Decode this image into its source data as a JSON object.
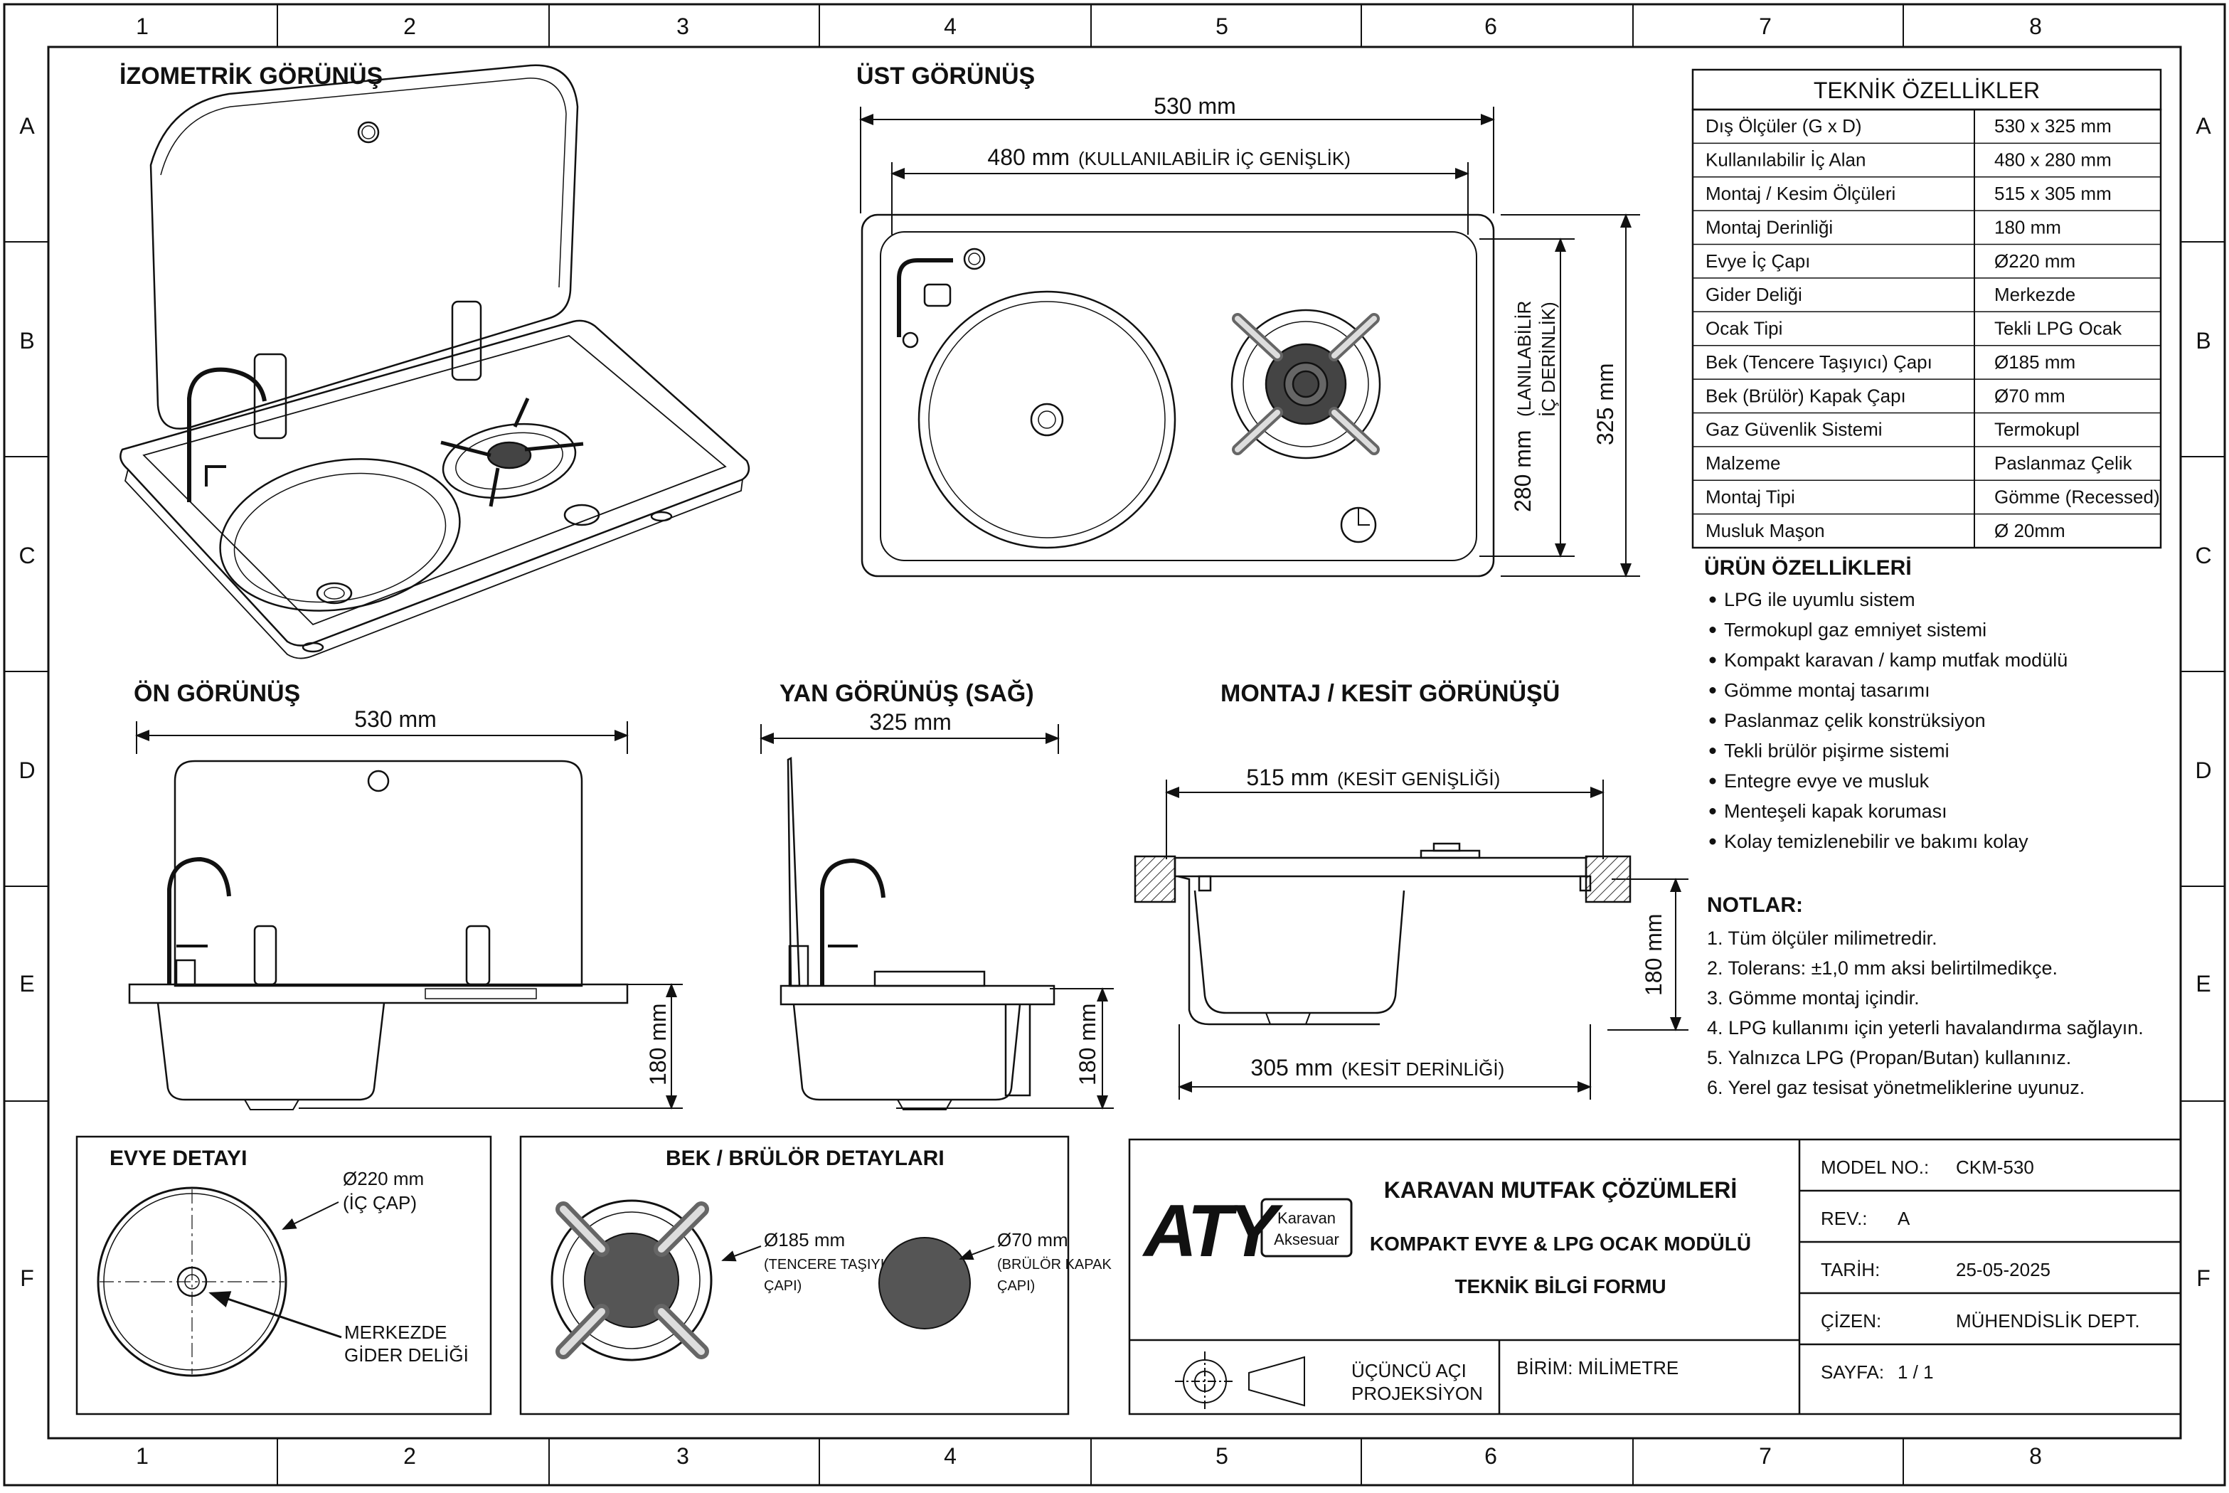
{
  "grid": {
    "columns": [
      "1",
      "2",
      "3",
      "4",
      "5",
      "6",
      "7",
      "8"
    ],
    "rows": [
      "A",
      "B",
      "C",
      "D",
      "E",
      "F"
    ]
  },
  "views": {
    "isometric": "İZOMETRİK GÖRÜNÜŞ",
    "top": "ÜST GÖRÜNÜŞ",
    "front": "ÖN GÖRÜNÜŞ",
    "side": "YAN GÖRÜNÜŞ (SAĞ)",
    "section": "MONTAJ / KESİT GÖRÜNÜŞÜ"
  },
  "dimensions": {
    "top_width": "530 mm",
    "top_inner_value": "480 mm",
    "top_inner_note": "(KULLANILABİLİR İÇ GENİŞLİK)",
    "top_depth_inner_value": "280 mm",
    "top_depth_inner_note_1": "(LANILABİLİR",
    "top_depth_inner_note_2": "İÇ DERİNLİK)",
    "top_depth": "325 mm",
    "front_width": "530 mm",
    "front_height": "180 mm",
    "side_width": "325 mm",
    "side_height": "180 mm",
    "section_width_value": "515 mm",
    "section_width_note": "(KESİT GENİŞLİĞİ)",
    "section_depth_value": "305 mm",
    "section_depth_note": "(KESİT DERİNLİĞİ)",
    "section_height": "180 mm"
  },
  "specs": {
    "title": "TEKNİK ÖZELLİKLER",
    "rows": [
      {
        "label": "Dış Ölçüler (G x D)",
        "value": "530 x 325 mm"
      },
      {
        "label": "Kullanılabilir İç Alan",
        "value": "480 x 280 mm"
      },
      {
        "label": "Montaj / Kesim Ölçüleri",
        "value": "515 x 305 mm"
      },
      {
        "label": "Montaj Derinliği",
        "value": "180 mm"
      },
      {
        "label": "Evye İç Çapı",
        "value": "Ø220 mm"
      },
      {
        "label": "Gider Deliği",
        "value": "Merkezde"
      },
      {
        "label": "Ocak Tipi",
        "value": "Tekli LPG Ocak"
      },
      {
        "label": "Bek (Tencere Taşıyıcı) Çapı",
        "value": "Ø185 mm"
      },
      {
        "label": "Bek (Brülör) Kapak Çapı",
        "value": "Ø70 mm"
      },
      {
        "label": "Gaz Güvenlik Sistemi",
        "value": "Termokupl"
      },
      {
        "label": "Malzeme",
        "value": "Paslanmaz Çelik"
      },
      {
        "label": "Montaj Tipi",
        "value": "Gömme (Recessed)"
      },
      {
        "label": "Musluk Maşon",
        "value": "Ø 20mm"
      }
    ]
  },
  "features": {
    "title": "ÜRÜN ÖZELLİKLERİ",
    "items": [
      "LPG ile uyumlu sistem",
      "Termokupl gaz emniyet sistemi",
      "Kompakt karavan / kamp mutfak modülü",
      "Gömme montaj tasarımı",
      "Paslanmaz çelik konstrüksiyon",
      "Tekli brülör pişirme sistemi",
      "Entegre evye ve musluk",
      "Menteşeli        kapak koruması",
      "Kolay temizlenebilir ve bakımı kolay"
    ]
  },
  "notes": {
    "title": "NOTLAR:",
    "items": [
      "1.  Tüm ölçüler milimetredir.",
      "2.  Tolerans: ±1,0 mm aksi belirtilmedikçe.",
      "3.  Gömme montaj içindir.",
      "4.  LPG kullanımı için yeterli havalandırma sağlayın.",
      "5.  Yalnızca LPG (Propan/Butan) kullanınız.",
      "6.  Yerel gaz tesisat yönetmeliklerine uyunuz."
    ]
  },
  "sink_detail": {
    "title": "EVYE DETAYI",
    "dia_value": "Ø220 mm",
    "dia_note": "(İÇ ÇAP)",
    "drain_line1": "MERKEZDE",
    "drain_line2": "GİDER DELİĞİ"
  },
  "burner_detail": {
    "title": "BEK / BRÜLÖR DETAYLARI",
    "grate_value": "Ø185 mm",
    "grate_note1": "(TENCERE TAŞIYICI",
    "grate_note2": "ÇAPI)",
    "cap_value": "Ø70 mm",
    "cap_note1": "(BRÜLÖR KAPAK",
    "cap_note2": "ÇAPI)"
  },
  "title_block": {
    "logo_text": "ATY",
    "logo_sub1": "Karavan",
    "logo_sub2": "Aksesuar",
    "line1": "KARAVAN MUTFAK ÇÖZÜMLERİ",
    "line2": "KOMPAKT EVYE & LPG OCAK MODÜLÜ",
    "line3": "TEKNİK BİLGİ FORMU",
    "projection1": "ÜÇÜNCÜ AÇI",
    "projection2": "PROJEKSİYON",
    "unit": "BİRİM: MİLİMETRE",
    "fields": [
      {
        "label": "MODEL NO.:",
        "value": "CKM-530"
      },
      {
        "label": "REV.:",
        "value": "A"
      },
      {
        "label": "TARİH:",
        "value": "25-05-2025"
      },
      {
        "label": "ÇİZEN:",
        "value": "MÜHENDİSLİK DEPT."
      },
      {
        "label": "SAYFA:",
        "value": "1 / 1"
      }
    ]
  },
  "colors": {
    "line": "#111111",
    "burner_cap": "#555555",
    "paper": "#ffffff"
  }
}
